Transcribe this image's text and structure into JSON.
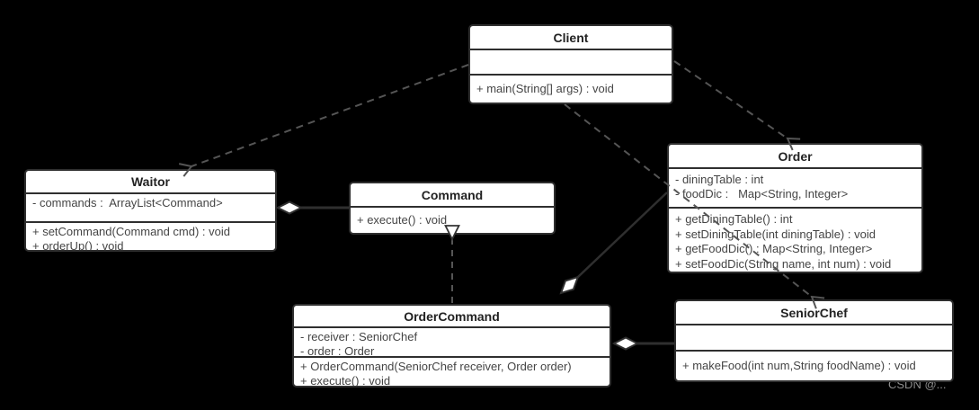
{
  "diagram": {
    "background_color": "#000000",
    "box_fill": "#ffffff",
    "box_border_color": "#2f2f2f",
    "dashed_line_color": "#555555",
    "solid_line_color": "#2f2f2f",
    "member_text_color": "#454545"
  },
  "classes": {
    "client": {
      "name": "Client",
      "attributes": [],
      "methods": [
        "+ main(String[] args) : void"
      ]
    },
    "waitor": {
      "name": "Waitor",
      "attributes": [
        "- commands :  ArrayList<Command>"
      ],
      "methods": [
        "+ setCommand(Command cmd) : void",
        "+ orderUp() : void"
      ]
    },
    "command": {
      "name": "Command",
      "attributes": [],
      "methods": [
        "+ execute() : void"
      ]
    },
    "order": {
      "name": "Order",
      "attributes": [
        "- diningTable : int",
        "- foodDic :   Map<String, Integer>"
      ],
      "methods": [
        "+ getDiningTable() : int",
        "+ setDiningTable(int diningTable) : void",
        "+ getFoodDic() : Map<String, Integer>",
        "+ setFoodDic(String name, int num) : void"
      ]
    },
    "order_command": {
      "name": "OrderCommand",
      "attributes": [
        "- receiver : SeniorChef",
        "- order : Order"
      ],
      "methods": [
        "+ OrderCommand(SeniorChef receiver, Order order)",
        "+ execute() : void"
      ]
    },
    "senior_chef": {
      "name": "SeniorChef",
      "attributes": [],
      "methods": [
        "+ makeFood(int num,String foodName) : void"
      ]
    }
  },
  "relationships": [
    {
      "from": "Client",
      "to": "Waitor",
      "type": "dependency",
      "line": "dashed",
      "arrow": "open"
    },
    {
      "from": "Client",
      "to": "Order",
      "type": "dependency",
      "line": "dashed",
      "arrow": "open"
    },
    {
      "from": "Client",
      "to": "SeniorChef",
      "type": "dependency",
      "line": "dashed",
      "arrow": "open"
    },
    {
      "from": "OrderCommand",
      "to": "Command",
      "type": "realization",
      "line": "dashed",
      "arrow": "hollow-triangle"
    },
    {
      "from": "Waitor",
      "to": "Command",
      "type": "aggregation",
      "line": "solid",
      "arrow": "hollow-diamond-at-Waitor"
    },
    {
      "from": "OrderCommand",
      "to": "Order",
      "type": "aggregation",
      "line": "solid",
      "arrow": "hollow-diamond-at-OrderCommand"
    },
    {
      "from": "OrderCommand",
      "to": "SeniorChef",
      "type": "aggregation",
      "line": "solid",
      "arrow": "hollow-diamond-at-OrderCommand"
    }
  ],
  "watermark": "CSDN @..."
}
